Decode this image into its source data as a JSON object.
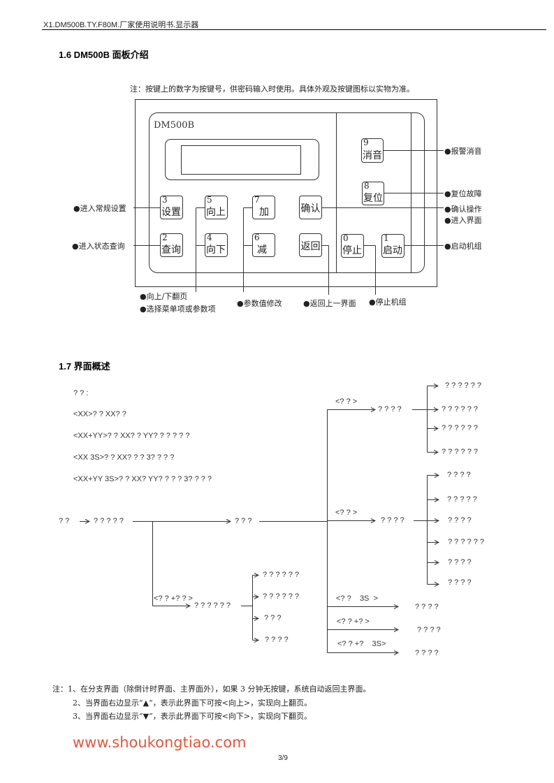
{
  "header": {
    "doc_title": "X1.DM500B.TY.F80M.厂家使用说明书.显示器"
  },
  "section_16": {
    "title": "1.6 DM500B 面板介绍",
    "note": "注：按键上的数字为按键号，供密码输入时使用。具体外观及按键图标以实物为准。",
    "model_label": "DM500B",
    "keys": [
      {
        "id": "key-3",
        "number": "3",
        "label": "设置"
      },
      {
        "id": "key-5",
        "number": "5",
        "label": "向上"
      },
      {
        "id": "key-7",
        "number": "7",
        "label": "加"
      },
      {
        "id": "key-confirm",
        "number": "",
        "label": "确认"
      },
      {
        "id": "key-2",
        "number": "2",
        "label": "查询"
      },
      {
        "id": "key-4",
        "number": "4",
        "label": "向下"
      },
      {
        "id": "key-6",
        "number": "6",
        "label": "减"
      },
      {
        "id": "key-back",
        "number": "",
        "label": "返回"
      },
      {
        "id": "key-9",
        "number": "9",
        "label": "消音"
      },
      {
        "id": "key-8",
        "number": "8",
        "label": "复位"
      },
      {
        "id": "key-0",
        "number": "0",
        "label": "停止"
      },
      {
        "id": "key-1",
        "number": "1",
        "label": "启动"
      }
    ],
    "callouts": {
      "settings": "●进入常规设置",
      "query": "●进入状态查询",
      "mute": "●报警消音",
      "reset": "●复位故障",
      "confirm_1": "●确认操作",
      "confirm_2": "●进入界面",
      "start": "●启动机组",
      "updown_1": "●向上/下翻页",
      "updown_2": "●选择菜单项或参数项",
      "param": "●参数值修改",
      "back": "●返回上一界面",
      "stop": "●停止机组"
    }
  },
  "section_17": {
    "title": "1.7 界面概述",
    "legend": [
      "? ? :",
      "<XX>? ? XX? ?",
      "<XX+YY>? ? XX? ? YY? ? ? ? ? ?",
      "<XX   3S>? ? XX? ? ? 3? ? ? ?",
      "<XX+YY   3S>? ? XX? YY? ? ? ? 3? ? ? ?"
    ],
    "tree": {
      "root": "? ?",
      "level1": "? ? ? ? ?",
      "main": "? ? ?",
      "branch_a": {
        "key": "<? ? >",
        "node": "? ? ? ?",
        "children": [
          "? ? ? ? ? ?",
          "? ? ? ? ? ?",
          "? ? ? ? ? ?",
          "? ? ? ? ? ?"
        ]
      },
      "branch_b": {
        "key": "<? ? >",
        "node": "? ? ? ?",
        "children": [
          "? ? ? ?",
          "? ? ? ? ?",
          "? ? ? ?",
          "? ? ? ? ? ?",
          "? ? ? ?",
          "? ? ? ?"
        ]
      },
      "branch_c": {
        "key": "<? ?    3S  >",
        "node": "? ? ? ?"
      },
      "branch_d": {
        "key": "<? ? +? >",
        "node": "? ? ? ?"
      },
      "branch_e": {
        "key": "<? ? +?    3S>",
        "node": "? ? ? ?"
      },
      "branch_f": {
        "key": "<? ? +? ? >",
        "node": "? ? ? ? ? ?",
        "children": [
          "? ? ? ? ? ?",
          "? ? ? ? ? ?",
          "? ? ?",
          "? ? ? ?"
        ]
      }
    }
  },
  "footnotes": [
    "注：1、在分支界面（除倒计时界面、主界面外），如果 3 分钟无按键，系统自动返回主界面。",
    "2、当界面右边显示“▲”，表示此界面下可按<向上>，实现向上翻页。",
    "3、当界面右边显示“▼”，表示此界面下可按<向下>，实现向下翻页。"
  ],
  "footer": {
    "watermark_url": "www.shoukongtiao.com",
    "page_number": "3/9",
    "watermark_color": "#e2573f"
  }
}
